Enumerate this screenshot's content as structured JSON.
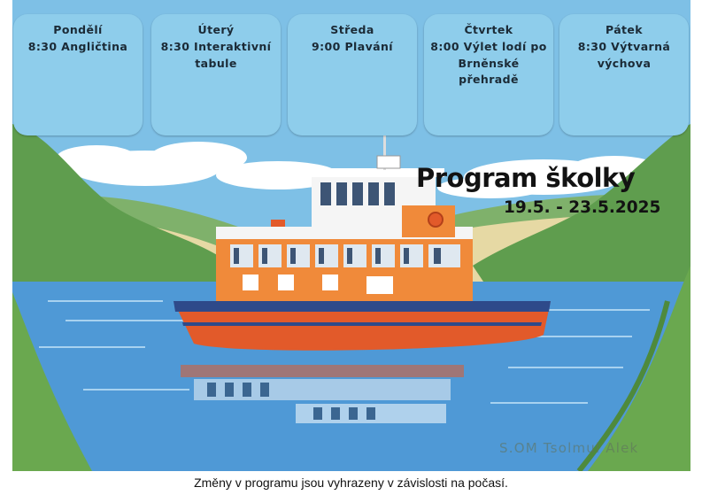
{
  "schedule": [
    {
      "day": "Pondělí",
      "activity": "8:30 Angličtina"
    },
    {
      "day": "Úterý",
      "activity": "8:30 Interaktivní tabule"
    },
    {
      "day": "Středa",
      "activity": "9:00 Plavání"
    },
    {
      "day": "Čtvrtek",
      "activity": "8:00 Výlet lodí po Brněnské přehradě"
    },
    {
      "day": "Pátek",
      "activity": "8:30 Výtvarná výchova"
    }
  ],
  "poster": {
    "title": "Program školky",
    "dates": "19.5. - 23.5.2025",
    "watermark": "S.OM Tsolmul Alek"
  },
  "footer": {
    "note": "Změny v programu jsou vyhrazeny v závislosti na počasí."
  },
  "colors": {
    "card": "#8ecdeb",
    "sky": "#7ec0e6",
    "water": "#4f99d6",
    "hills": "#5f9d4e",
    "boat_hull": "#e25a2a",
    "boat_stripe": "#2e4a8a"
  },
  "illustration": {
    "subject": "orange ferry boat on a lake with green hills"
  }
}
